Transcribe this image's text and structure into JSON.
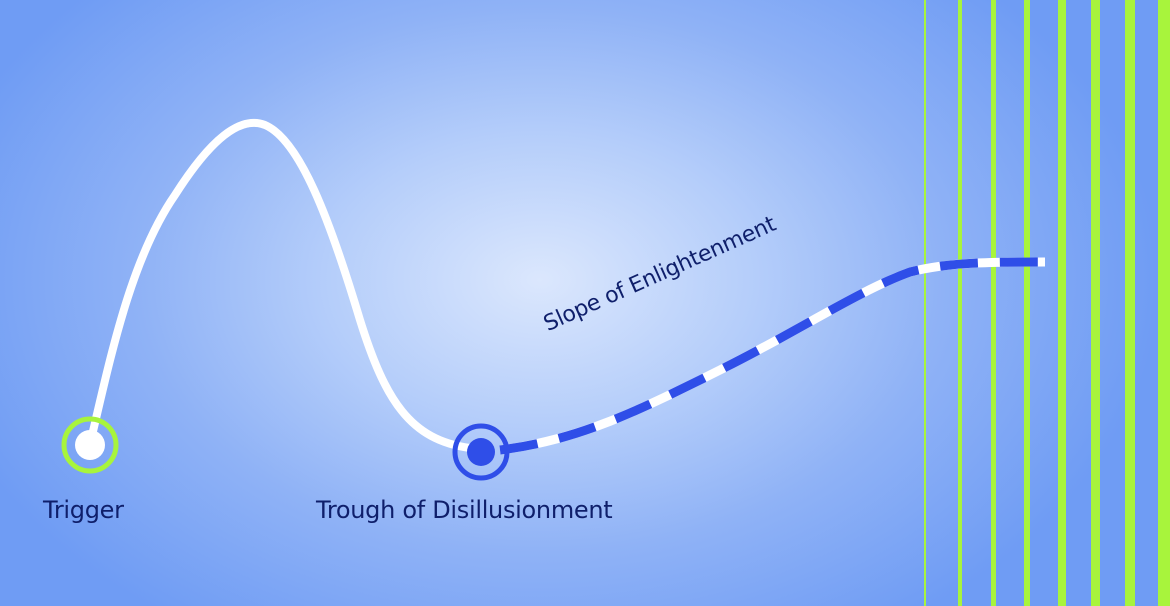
{
  "diagram": {
    "type": "hype-cycle",
    "colors": {
      "background_center": "#dbe7fd",
      "background_edge": "#6f9cf4",
      "curve_white": "#ffffff",
      "accent_blue": "#2f4ee8",
      "accent_green": "#a8f43c",
      "label_text": "#0f1f6b"
    },
    "nodes": [
      {
        "id": "trigger",
        "label": "Trigger",
        "marker": "white dot with green ring"
      },
      {
        "id": "trough",
        "label": "Trough of Disillusionment",
        "marker": "blue dot with blue ring"
      }
    ],
    "segments": [
      {
        "from": "trigger",
        "to": "trough",
        "style": "solid white",
        "shape": "peak"
      },
      {
        "from": "trough",
        "to": "plateau",
        "style": "dashed blue/white",
        "label": "Slope of Enlightenment"
      }
    ],
    "labels": {
      "trigger": "Trigger",
      "trough": "Trough of Disillusionment",
      "slope": "Slope of Enlightenment"
    },
    "stripes": {
      "color": "#a8f43c",
      "positions": [
        925,
        960,
        993,
        1027,
        1062,
        1096,
        1130,
        1163
      ],
      "widths": [
        2,
        4,
        5,
        6,
        8,
        9,
        10,
        12
      ]
    }
  }
}
